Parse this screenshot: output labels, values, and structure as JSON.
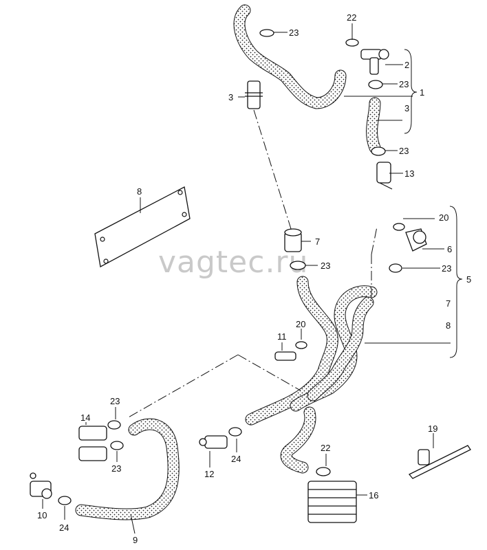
{
  "watermark": "vagtec.ru",
  "callouts": {
    "c22_top": "22",
    "c23_a": "23",
    "c2": "2",
    "c23_b": "23",
    "c1": "1",
    "c3_right": "3",
    "c3_left": "3",
    "c23_c": "23",
    "c13": "13",
    "c8_plate": "8",
    "c20_a": "20",
    "c7_mid": "7",
    "c6": "6",
    "c23_d": "23",
    "c23_e": "23",
    "c5": "5",
    "c7_right": "7",
    "c8_right": "8",
    "c11": "11",
    "c20_b": "20",
    "c23_f": "23",
    "c14": "14",
    "c23_g": "23",
    "c19": "19",
    "c22_bottom": "22",
    "c24_a": "24",
    "c12": "12",
    "c10": "10",
    "c24_b": "24",
    "c9": "9",
    "c16": "16"
  }
}
